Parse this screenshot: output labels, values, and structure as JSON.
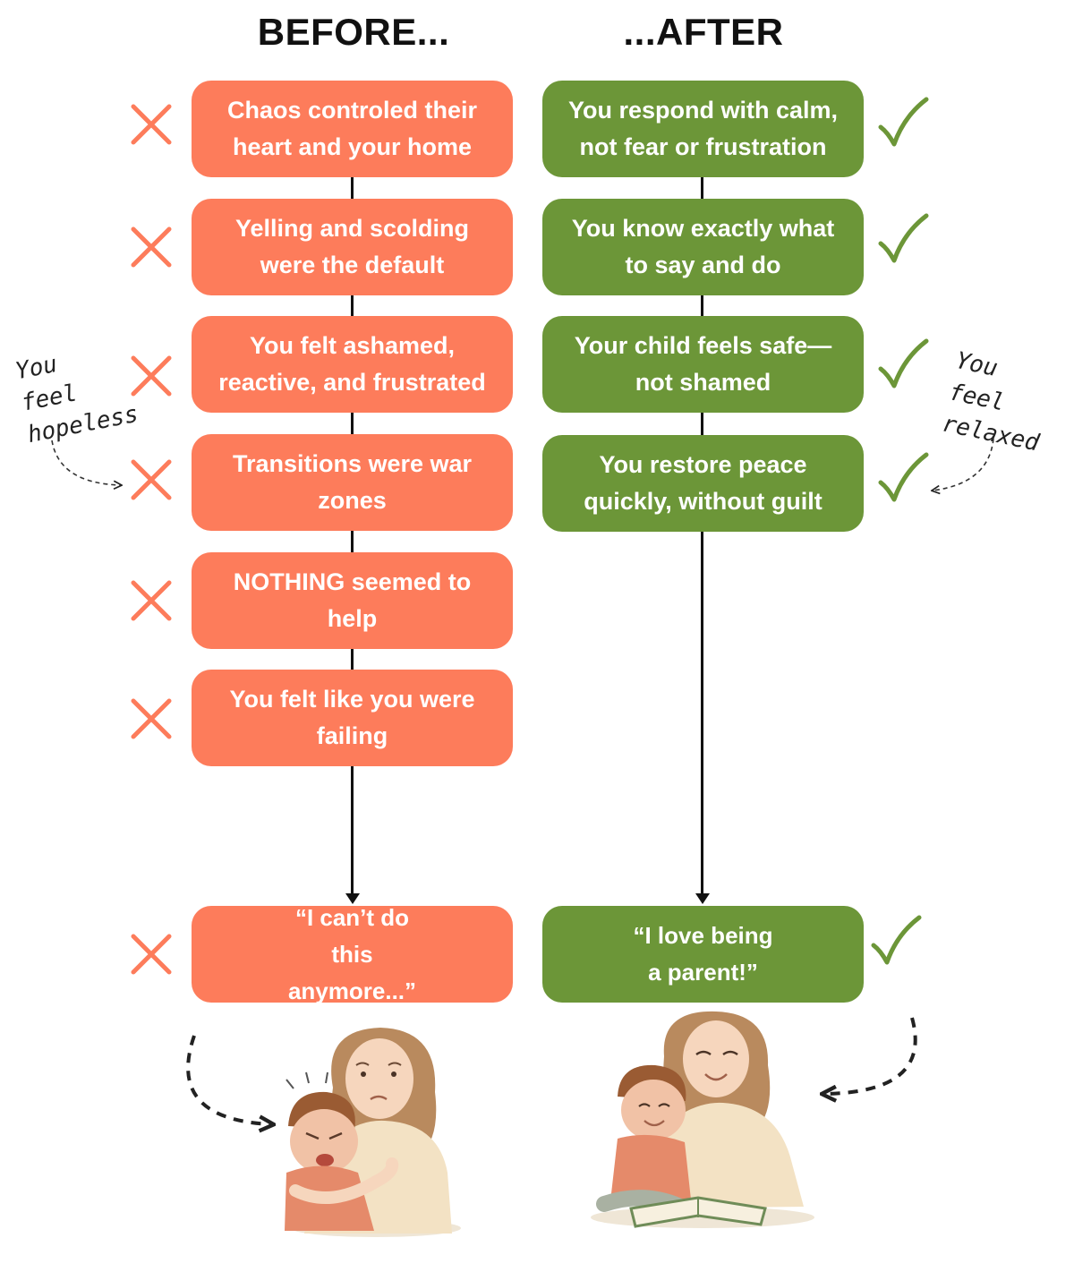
{
  "headings": {
    "before": "BEFORE...",
    "after": "...AFTER"
  },
  "before": {
    "items": [
      "Chaos controled their heart and your home",
      "Yelling and scolding were the default",
      "You felt ashamed, reactive, and frustrated",
      "Transitions were war zones",
      "NOTHING seemed to help",
      "You felt like you were failing"
    ],
    "outcome": "“I can’t do this anymore...”",
    "note": "You feel hopeless"
  },
  "after": {
    "items": [
      "You respond with calm, not fear or frustration",
      "You know exactly what to say and do",
      "Your child feels safe—not shamed",
      "You restore peace quickly, without guilt"
    ],
    "outcome": "“I love being a parent!”",
    "note": "You feel relaxed"
  },
  "colors": {
    "before": "#fd7c5b",
    "after": "#6c9638",
    "line": "#111111"
  },
  "icons": {
    "before_mark": "cross-icon",
    "after_mark": "check-icon"
  }
}
